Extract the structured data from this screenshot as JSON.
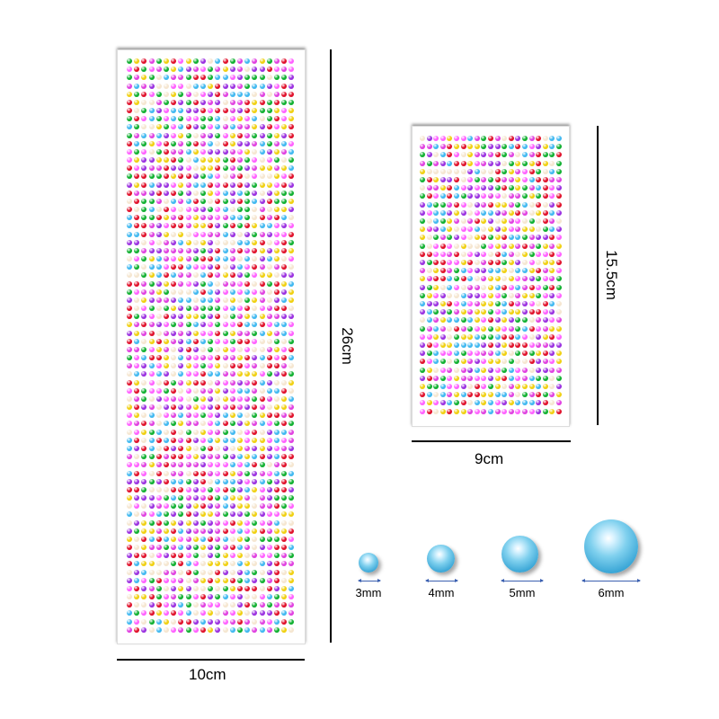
{
  "dimensions": {
    "large_width": "10cm",
    "large_height": "26cm",
    "small_width": "9cm",
    "small_height": "15.5cm"
  },
  "pearl_sizes": [
    "3mm",
    "4mm",
    "5mm",
    "6mm"
  ],
  "colors": {
    "gem_palette": [
      "#e0102a",
      "#e040e0",
      "#9a30e0",
      "#10b030",
      "#f0d010",
      "#40b8f0",
      "#f5e6d0",
      "#ff60ff"
    ],
    "pearl": "#5bbbe6",
    "arrow": "#3a5fb0"
  }
}
